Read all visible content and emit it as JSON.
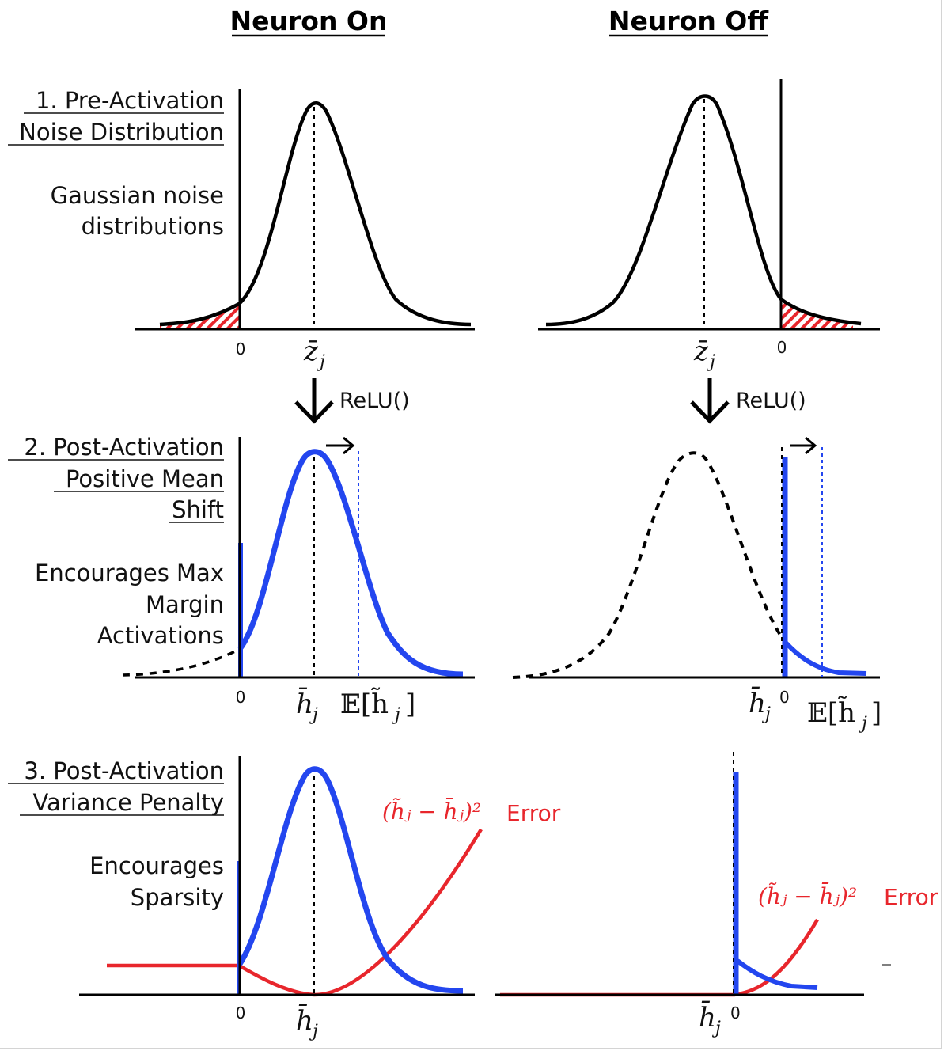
{
  "headers": {
    "left": "Neuron On",
    "right": "Neuron Off"
  },
  "rows": {
    "r1": {
      "title": [
        "1. Pre-Activation",
        "Noise Distribution"
      ],
      "desc": [
        "Gaussian noise",
        "distributions"
      ]
    },
    "r2": {
      "title": [
        "2. Post-Activation",
        "Positive Mean",
        "Shift"
      ],
      "desc": [
        "Encourages Max",
        "Margin",
        "Activations"
      ]
    },
    "r3": {
      "title": [
        "3. Post-Activation",
        "Variance Penalty"
      ],
      "desc": [
        "Encourages",
        "Sparsity"
      ]
    }
  },
  "relu_label": "ReLU()",
  "zero_tick": "0",
  "math": {
    "z_bar_j": "z̄",
    "sub_j": "j",
    "h_bar_j": "h̄",
    "expect": "𝔼[h̃",
    "expect_close": "]",
    "error_formula": "(h̃ⱼ − h̄ⱼ)²",
    "error_word": "Error"
  },
  "colors": {
    "blue": "#2346ef",
    "red": "#e8262c",
    "black": "#000000"
  }
}
